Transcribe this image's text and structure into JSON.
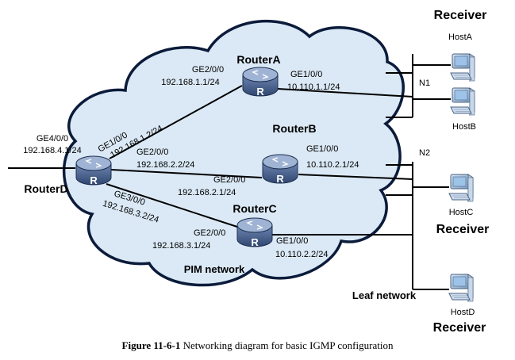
{
  "caption": {
    "figure_number": "Figure 11-6-1",
    "text": " Networking diagram for basic IGMP configuration"
  },
  "network_label": "PIM network",
  "leaf_network_label": "Leaf network",
  "receiver_label": "Receiver",
  "routers": {
    "a": {
      "name": "RouterA",
      "icon_letter": "R"
    },
    "b": {
      "name": "RouterB",
      "icon_letter": "R"
    },
    "c": {
      "name": "RouterC",
      "icon_letter": "R"
    },
    "d": {
      "name": "RouterD",
      "icon_letter": "R"
    }
  },
  "interfaces": {
    "d_ge400": {
      "port": "GE4/0/0",
      "ip": "192.168.4.1/24"
    },
    "d_ge100": {
      "port": "GE1/0/0",
      "ip": "192.168.1.2/24"
    },
    "d_ge200": {
      "port": "GE2/0/0",
      "ip": "192.168.2.2/24"
    },
    "d_ge300": {
      "port": "GE3/0/0",
      "ip": "192.168.3.2/24"
    },
    "a_ge200": {
      "port": "GE2/0/0",
      "ip": "192.168.1.1/24"
    },
    "a_ge100": {
      "port": "GE1/0/0",
      "ip": "10.110.1.1/24"
    },
    "b_ge200": {
      "port": "GE2/0/0",
      "ip": "192.168.2.1/24"
    },
    "b_ge100": {
      "port": "GE1/0/0",
      "ip": "10.110.2.1/24"
    },
    "c_ge200": {
      "port": "GE2/0/0",
      "ip": "192.168.3.1/24"
    },
    "c_ge100": {
      "port": "GE1/0/0",
      "ip": "10.110.2.2/24"
    }
  },
  "segments": {
    "n1": "N1",
    "n2": "N2"
  },
  "hosts": {
    "a": "HostA",
    "b": "HostB",
    "c": "HostC",
    "d": "HostD"
  }
}
